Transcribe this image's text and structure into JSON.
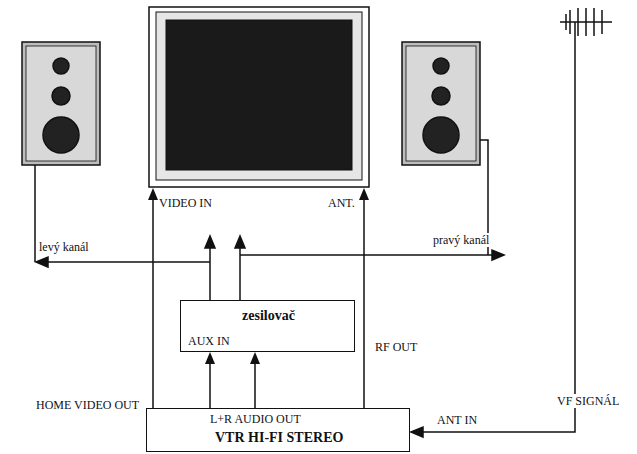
{
  "diagram": {
    "nodes": [
      {
        "text": [
          "VIDEO IN",
          "ANT."
        ]
      },
      {
        "text": [
          "zesilovač",
          "AUX IN"
        ]
      },
      {
        "text": [
          "L+R AUDIO OUT",
          "VTR HI-FI STEREO"
        ]
      }
    ],
    "edges": [
      {
        "from": 2,
        "to": 0,
        "arrow": "to",
        "label": "HOME VIDEO OUT"
      },
      {
        "from": 2,
        "to": 1,
        "arrow": "to"
      },
      {
        "from": 2,
        "to": 1,
        "arrow": "to"
      },
      {
        "from": 2,
        "to": 0,
        "arrow": "to",
        "label": "RF OUT"
      }
    ],
    "labels": [
      "levý kanál",
      "pravý kanál",
      "VF SIGNÁL",
      "ANT IN"
    ]
  }
}
